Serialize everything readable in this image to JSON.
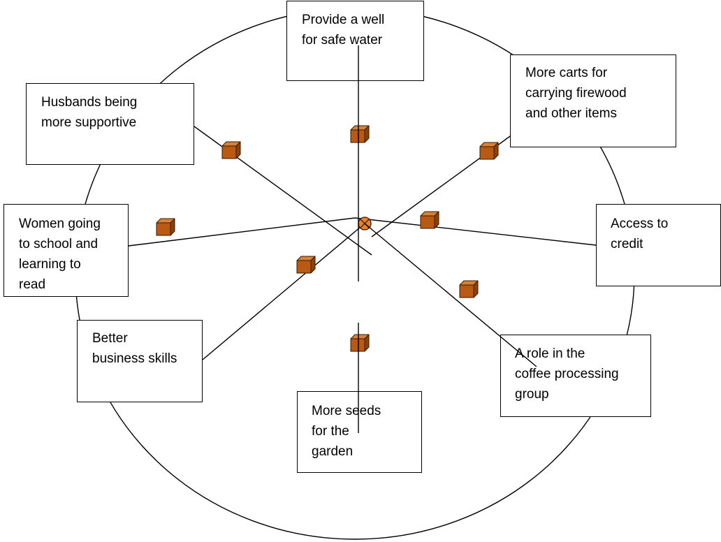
{
  "diagram": {
    "type": "spider-diagram",
    "colors": {
      "line": "#000000",
      "background": "#ffffff",
      "cube_front": "#b85a14",
      "cube_top": "#d7823b",
      "cube_side": "#8a4209",
      "cube_outline": "#3a1a00",
      "center_marker": "#e8822e"
    },
    "boxes": [
      {
        "id": "well",
        "label": "Provide a well\nfor safe water"
      },
      {
        "id": "husbands",
        "label": "Husbands being\nmore supportive"
      },
      {
        "id": "carts",
        "label": "More carts for\ncarrying firewood\nand other items"
      },
      {
        "id": "school",
        "label": "Women going\nto school and\nlearning to\nread"
      },
      {
        "id": "credit",
        "label": "Access to\ncredit"
      },
      {
        "id": "business",
        "label": "Better\nbusiness skills"
      },
      {
        "id": "coffee",
        "label": "A role in the\ncoffee processing\ngroup"
      },
      {
        "id": "seeds",
        "label": "More seeds\nfor the\ngarden"
      }
    ],
    "center_marker_icon": "crossed-circle-icon",
    "cube_icon": "cube-icon"
  }
}
